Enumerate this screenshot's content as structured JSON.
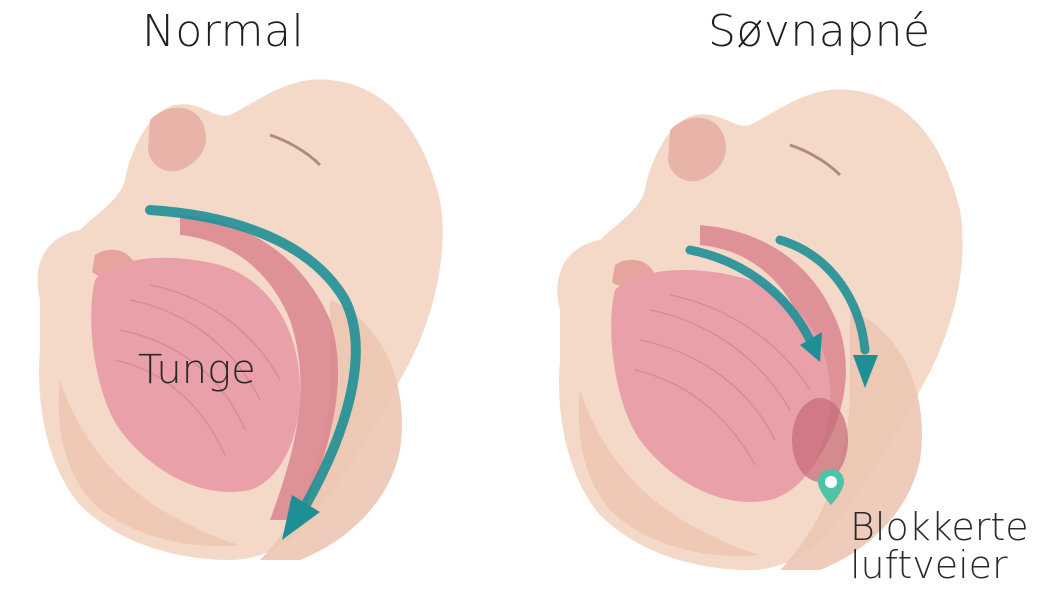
{
  "panels": {
    "normal": {
      "title": "Normal",
      "label": "Tunge"
    },
    "apnea": {
      "title": "Søvnapné",
      "label_line1": "Blokkerte",
      "label_line2": "luftveier"
    }
  },
  "colors": {
    "skin": "#f3d7c6",
    "tongue": "#e9a0a8",
    "throat": "#d9848e",
    "airflow_arrow": "#1f8f96",
    "pin": "#4fc3a6"
  },
  "icons": {
    "airflow_arrow": "arrow-icon",
    "marker": "map-pin-icon"
  }
}
